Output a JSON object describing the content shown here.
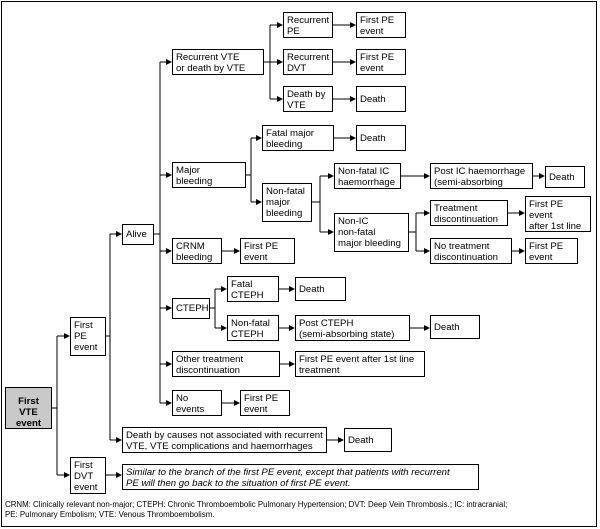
{
  "nodes": {
    "first_vte_event": "First\nVTE\nevent",
    "first_pe_event": "First\nPE\nevent",
    "first_dvt_event": "First\nDVT\nevent",
    "alive": "Alive",
    "recurrent_vte_or_death": "Recurrent VTE\nor death by VTE",
    "recurrent_pe": "Recurrent\nPE",
    "recurrent_pe_outcome": "First PE\nevent",
    "recurrent_dvt": "Recurrent\nDVT",
    "recurrent_dvt_outcome": "First PE\nevent",
    "death_by_vte": "Death by\nVTE",
    "death_by_vte_outcome": "Death",
    "major_bleeding": "Major\nbleeding",
    "fatal_major_bleeding": "Fatal major\nbleeding",
    "fatal_major_bleeding_outcome": "Death",
    "non_fatal_major_bleeding": "Non-fatal\nmajor\nbleeding",
    "non_fatal_ic_haemorrhage": "Non-fatal IC\nhaemorrhage",
    "post_ic_haemorrhage": "Post IC haemorrhage\n(semi-absorbing state)",
    "post_ic_haemorrhage_outcome": "Death",
    "non_ic_bleeding": "Non-IC\nnon-fatal\nmajor bleeding",
    "treatment_discontinuation": "Treatment\ndiscontinuation",
    "treatment_discontinuation_outcome": "First PE event\nafter 1st line\ntreatment",
    "no_treatment_discontinuation": "No treatment\ndiscontinuation",
    "no_treatment_discontinuation_outcome": "First PE\nevent",
    "crnm_bleeding": "CRNM\nbleeding",
    "crnm_bleeding_outcome": "First PE\nevent",
    "cteph": "CTEPH",
    "fatal_cteph": "Fatal\nCTEPH",
    "fatal_cteph_outcome": "Death",
    "non_fatal_cteph": "Non-fatal\nCTEPH",
    "post_cteph": "Post CTEPH\n(semi-absorbing state)",
    "post_cteph_outcome": "Death",
    "other_treatment_discontinuation": "Other treatment\ndiscontinuation",
    "other_treatment_discontinuation_outcome": "First PE event after 1st line\ntreatment",
    "no_events": "No\nevents",
    "no_events_outcome": "First PE\nevent",
    "death_other_causes": "Death by causes not associated with recurrent\nVTE, VTE complications and haemorrhages",
    "death_other_causes_outcome": "Death",
    "dvt_branch_note": "Similar to the branch of the first PE event, except that patients with recurrent\nPE will then go back to the situation of first PE event."
  },
  "footnote": "CRNM: Clinically relevant non-major; CTEPH: Chronic Thromboembolic Pulmonary Hypertension; DVT: Deep Vein Thrombosis.; IC: intracranial;\nPE: Pulmonary Embolism; VTE: Venous Thromboembolism.",
  "colors": {
    "line": "#000000",
    "root_fill": "#c9c9c9",
    "box_fill": "#ffffff"
  }
}
